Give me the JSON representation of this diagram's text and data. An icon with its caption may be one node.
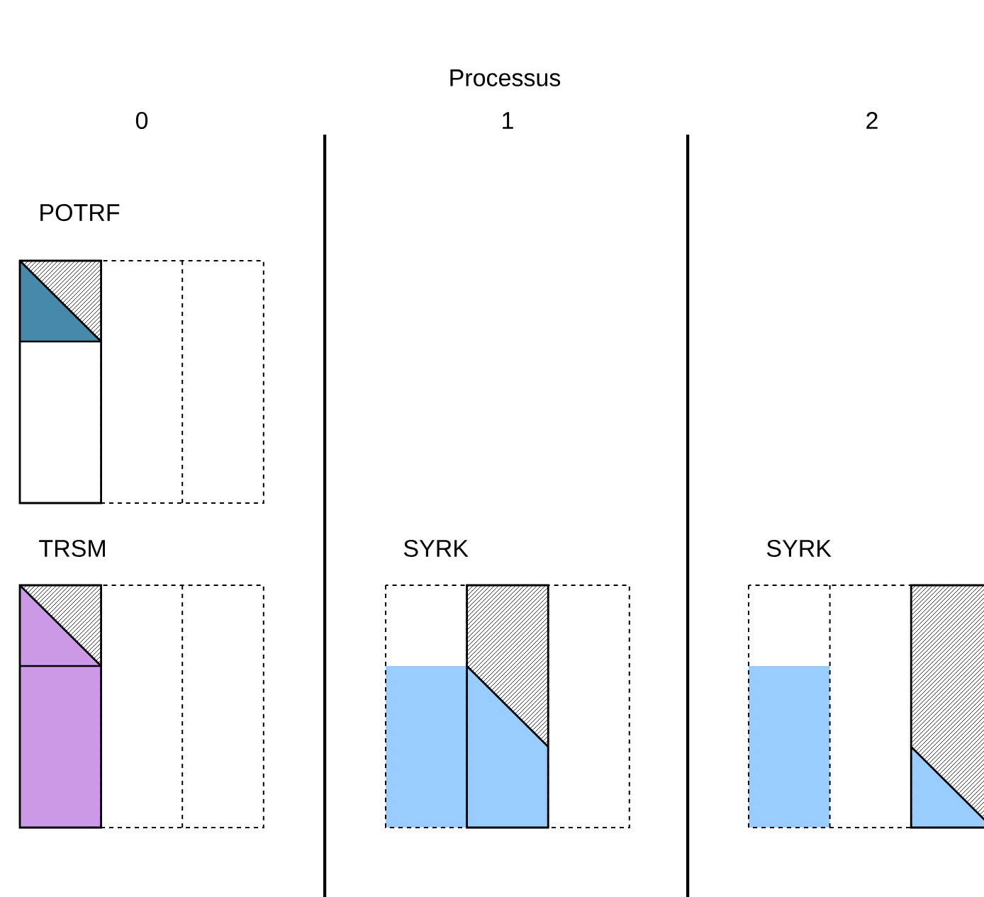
{
  "diagram": {
    "title": "Processus",
    "labels": [
      "0",
      "1",
      "2",
      "POTRF",
      "TRSM",
      "SYRK",
      "SYRK"
    ]
  }
}
